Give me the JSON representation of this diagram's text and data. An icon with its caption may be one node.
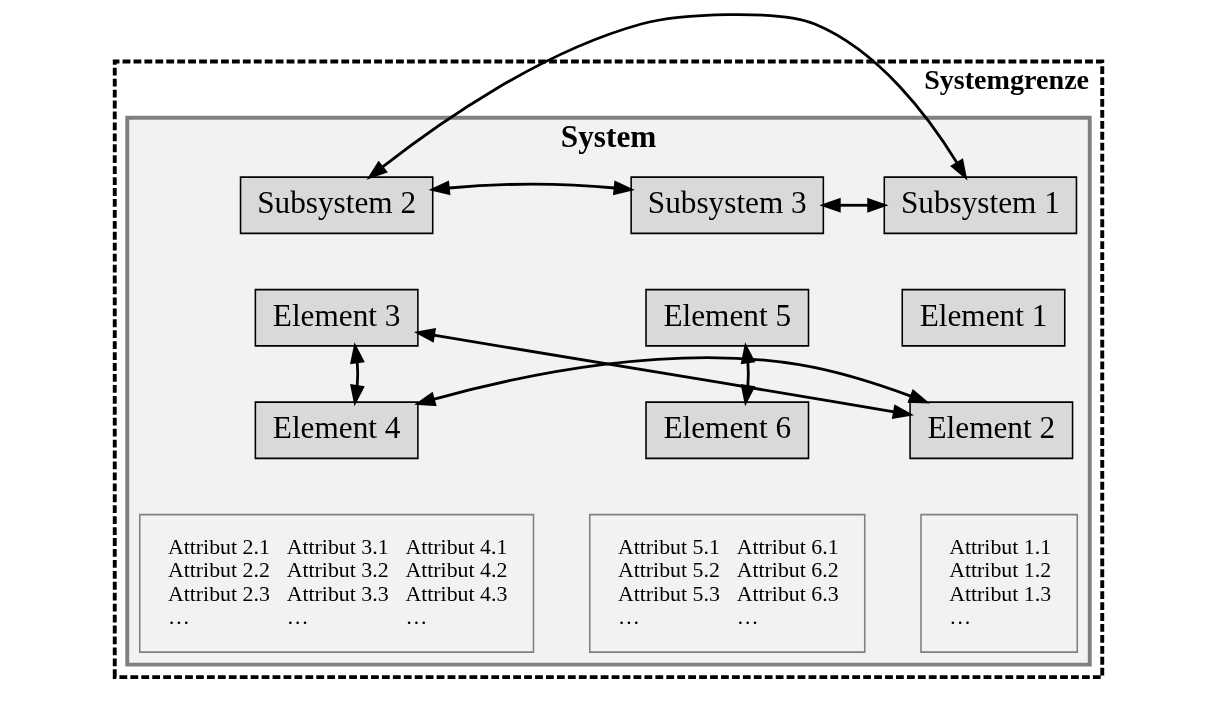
{
  "diagram": {
    "nodes": [
      {
        "text": [
          "Systemgrenze"
        ]
      },
      {
        "text": [
          "System"
        ],
        "in": 0
      },
      {
        "text": [
          "Subsystem 1"
        ],
        "in": 1
      },
      {
        "text": [
          "Subsystem 3"
        ],
        "in": 1
      },
      {
        "text": [
          "Subsystem 2"
        ],
        "in": 1
      },
      {
        "text": [
          "Element 3"
        ],
        "in": 1
      },
      {
        "text": [
          "Element 5"
        ],
        "in": 1
      },
      {
        "text": [
          "Element 1"
        ],
        "in": 1
      },
      {
        "text": [
          "Element 2"
        ],
        "in": 1
      },
      {
        "text": [
          "Element 4"
        ],
        "in": 1
      },
      {
        "text": [
          "Element 6"
        ],
        "in": 1
      },
      {
        "text": [
          "Attribut 1.1 Attribut 1.2 Attribut 1.3 …"
        ],
        "in": 1
      },
      {
        "text": [
          "Attribut 2.1 Attribut 2.2 Attribut 2.3 …",
          "Attribut 3.1 Attribut 3.2 Attribut 3.3 …",
          "Attribut 4.1 Attribut 4.2 Attribut 4.3 …"
        ],
        "in": 1
      },
      {
        "text": [
          "Attribut 5.1 Attribut 5.2 Attribut 5.3 …",
          "Attribut 6.1 Attribut 6.2 Attribut 6.3 …"
        ],
        "in": 1
      }
    ],
    "edges": [
      {
        "from": 2,
        "to": 3,
        "arrow": "both"
      },
      {
        "from": 2,
        "to": 4,
        "arrow": "both"
      },
      {
        "from": 4,
        "to": 3,
        "arrow": "both"
      },
      {
        "from": 5,
        "to": 8,
        "arrow": "both"
      },
      {
        "from": 5,
        "to": 9,
        "arrow": "both"
      },
      {
        "from": 8,
        "to": 9,
        "arrow": "both"
      },
      {
        "from": 6,
        "to": 10,
        "arrow": "both"
      }
    ]
  }
}
